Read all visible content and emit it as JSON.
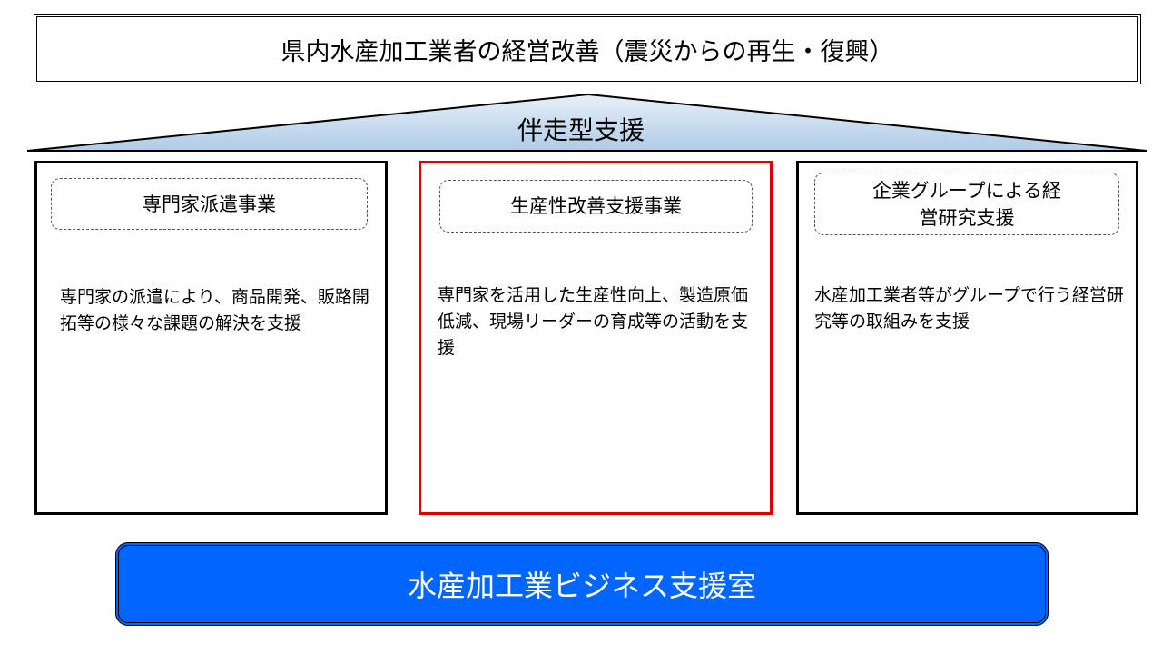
{
  "title": "県内水産加工業者の経営改善（震災からの再生・復興）",
  "banner": {
    "label": "伴走型支援"
  },
  "columns": [
    {
      "heading": "専門家派遣事業",
      "body": "専門家の派遣により、商品開発、販路開拓等の様々な課題の解決を支援"
    },
    {
      "heading": "生産性改善支援事業",
      "body": "専門家を活用した生産性向上、製造原価低減、現場リーダーの育成等の活動を支援"
    },
    {
      "heading": "企業グループによる経営研究支援",
      "body": "水産加工業者等がグループで行う経営研究等の取組みを支援"
    }
  ],
  "footer": {
    "label": "水産加工業ビジネス支援室"
  },
  "colors": {
    "accent": "#0066ff",
    "highlight": "#e00000"
  }
}
